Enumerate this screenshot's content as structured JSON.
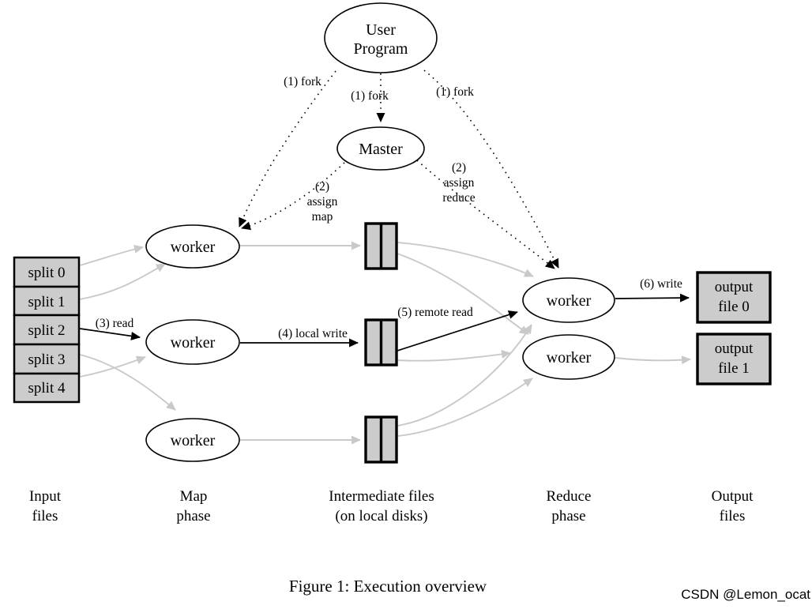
{
  "figure": {
    "caption": "Figure 1: Execution overview",
    "watermark": "CSDN @Lemon_ocat"
  },
  "colors": {
    "box_fill": "#cccccc",
    "node_fill": "#ffffff",
    "line_black": "#000000",
    "line_gray": "#c9c9c9",
    "text": "#000000",
    "watermark": "#c5c7cc"
  },
  "nodes": {
    "user_program": {
      "lines": [
        "User",
        "Program"
      ]
    },
    "master": {
      "label": "Master"
    },
    "map_workers": [
      "worker",
      "worker",
      "worker"
    ],
    "reduce_workers": [
      "worker",
      "worker"
    ]
  },
  "input_splits": [
    "split 0",
    "split 1",
    "split 2",
    "split 3",
    "split 4"
  ],
  "output_files": [
    {
      "lines": [
        "output",
        "file 0"
      ]
    },
    {
      "lines": [
        "output",
        "file 1"
      ]
    }
  ],
  "edge_labels": {
    "fork_left": "(1) fork",
    "fork_center": "(1) fork",
    "fork_right": "(1) fork",
    "assign_map": [
      "(2)",
      "assign",
      "map"
    ],
    "assign_reduce": [
      "(2)",
      "assign",
      "reduce"
    ],
    "read": "(3) read",
    "local_write": "(4) local write",
    "remote_read": "(5) remote read",
    "write": "(6) write"
  },
  "phase_labels": [
    {
      "lines": [
        "Input",
        "files"
      ]
    },
    {
      "lines": [
        "Map",
        "phase"
      ]
    },
    {
      "lines": [
        "Intermediate files",
        "(on local disks)"
      ]
    },
    {
      "lines": [
        "Reduce",
        "phase"
      ]
    },
    {
      "lines": [
        "Output",
        "files"
      ]
    }
  ]
}
